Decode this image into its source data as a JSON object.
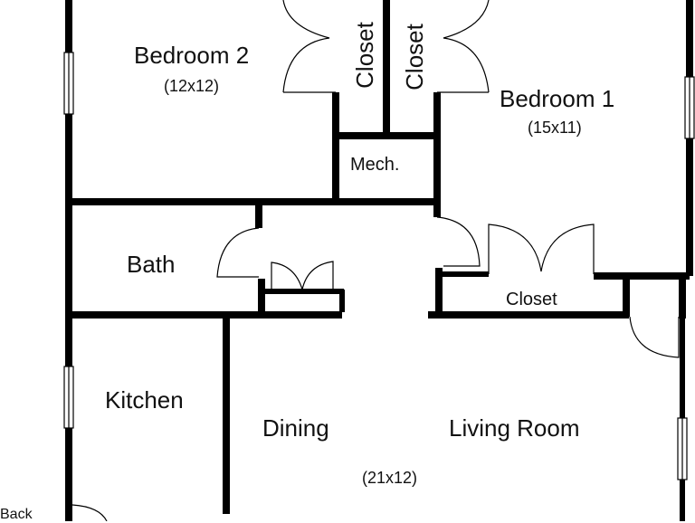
{
  "plan": {
    "rooms": {
      "bedroom2": {
        "name": "Bedroom 2",
        "size": "(12x12)"
      },
      "bedroom1": {
        "name": "Bedroom 1",
        "size": "(15x11)"
      },
      "bath": {
        "name": "Bath"
      },
      "kitchen": {
        "name": "Kitchen"
      },
      "dining": {
        "name": "Dining"
      },
      "living": {
        "name": "Living Room"
      },
      "living_dining_size": "(21x12)",
      "mech": {
        "name": "Mech."
      },
      "closet_left": {
        "name": "Closet"
      },
      "closet_right": {
        "name": "Closet"
      },
      "closet_hall": {
        "name": "Closet"
      },
      "back": {
        "name": "Back"
      }
    }
  }
}
